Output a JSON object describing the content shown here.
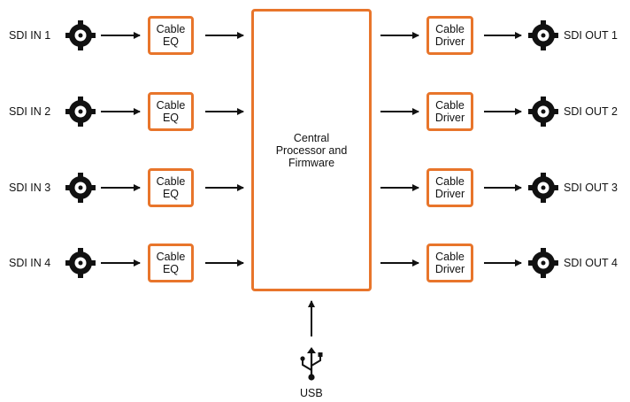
{
  "inputs": [
    {
      "label": "SDI IN 1",
      "block": "Cable\nEQ"
    },
    {
      "label": "SDI IN 2",
      "block": "Cable\nEQ"
    },
    {
      "label": "SDI IN 3",
      "block": "Cable\nEQ"
    },
    {
      "label": "SDI IN 4",
      "block": "Cable\nEQ"
    }
  ],
  "outputs": [
    {
      "label": "SDI OUT 1",
      "block": "Cable\nDriver"
    },
    {
      "label": "SDI OUT 2",
      "block": "Cable\nDriver"
    },
    {
      "label": "SDI OUT 3",
      "block": "Cable\nDriver"
    },
    {
      "label": "SDI OUT 4",
      "block": "Cable\nDriver"
    }
  ],
  "processor": {
    "label": "Central\nProcessor and\nFirmware"
  },
  "usb": {
    "label": "USB",
    "icon": "usb-icon"
  },
  "colors": {
    "accent": "#e8752b",
    "line": "#111111",
    "text": "#111111"
  },
  "icons": {
    "connector": "bnc-connector-icon"
  }
}
